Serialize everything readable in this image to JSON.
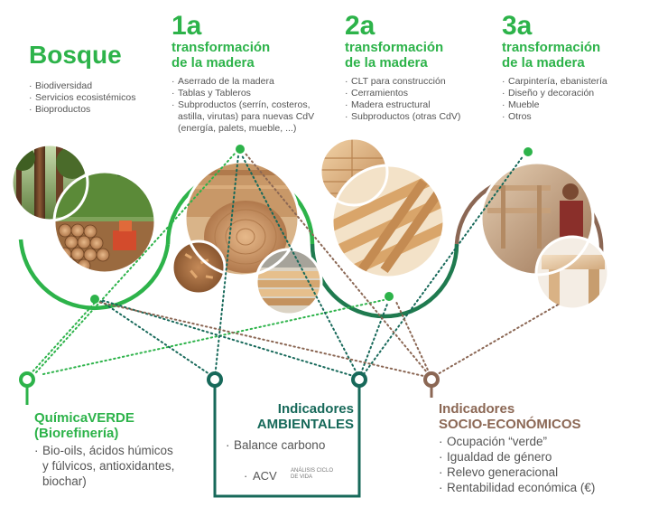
{
  "colors": {
    "green": "#2db34a",
    "dark_green": "#1f7a4f",
    "teal": "#17695a",
    "brown": "#8b6754",
    "text": "#555555"
  },
  "stages": [
    {
      "title": "Bosque",
      "items": [
        "Biodiversidad",
        "Servicios ecosistémicos",
        "Bioproductos"
      ]
    },
    {
      "number": "1a",
      "subtitle": [
        "transformación",
        "de la madera"
      ],
      "items": [
        "Aserrado de la madera",
        "Tablas y Tableros",
        "Subproductos (serrín, costeros,",
        "astilla, virutas) para nuevas CdV",
        "(energía, palets, mueble, ...)"
      ]
    },
    {
      "number": "2a",
      "subtitle": [
        "transformación",
        "de la madera"
      ],
      "items": [
        "CLT para construcción",
        "Cerramientos",
        "Madera estructural",
        "Subproductos (otras CdV)"
      ]
    },
    {
      "number": "3a",
      "subtitle": [
        "transformación",
        "de la madera"
      ],
      "items": [
        "Carpintería, ebanistería",
        "Diseño y decoración",
        "Mueble",
        "Otros"
      ]
    }
  ],
  "indicators": {
    "quimica": {
      "title": [
        "QuímicaVERDE",
        "(Biorefinería)"
      ],
      "items": [
        "Bio-oils, ácidos húmicos",
        "y fúlvicos, antioxidantes,",
        "biochar)"
      ]
    },
    "ambientales": {
      "title": [
        "Indicadores",
        "AMBIENTALES"
      ],
      "items": [
        "Balance carbono"
      ],
      "acv": "ACV",
      "acv_note": [
        "ANÁLISIS CICLO",
        "DE VIDA"
      ]
    },
    "socio": {
      "title": [
        "Indicadores",
        "SOCIO-ECONÓMICOS"
      ],
      "items": [
        "Ocupación “verde”",
        "Igualdad de género",
        "Relevo generacional",
        "Rentabilidad económica (€)"
      ]
    }
  }
}
